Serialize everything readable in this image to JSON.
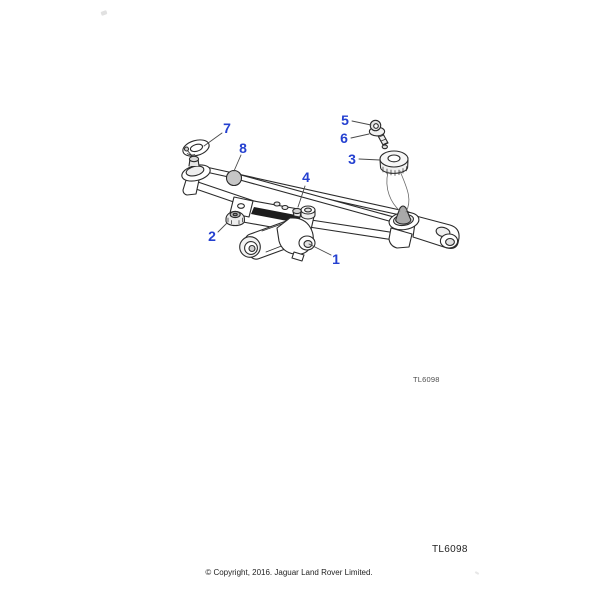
{
  "diagram": {
    "code": "TL6098",
    "watermark_code": "TL6098",
    "callout_color": "#2440d0",
    "callouts": [
      {
        "label": "1"
      },
      {
        "label": "2"
      },
      {
        "label": "3"
      },
      {
        "label": "4"
      },
      {
        "label": "5"
      },
      {
        "label": "6"
      },
      {
        "label": "7"
      },
      {
        "label": "8"
      }
    ]
  },
  "footer": {
    "copyright": "© Copyright, 2016. Jaguar Land Rover Limited."
  }
}
